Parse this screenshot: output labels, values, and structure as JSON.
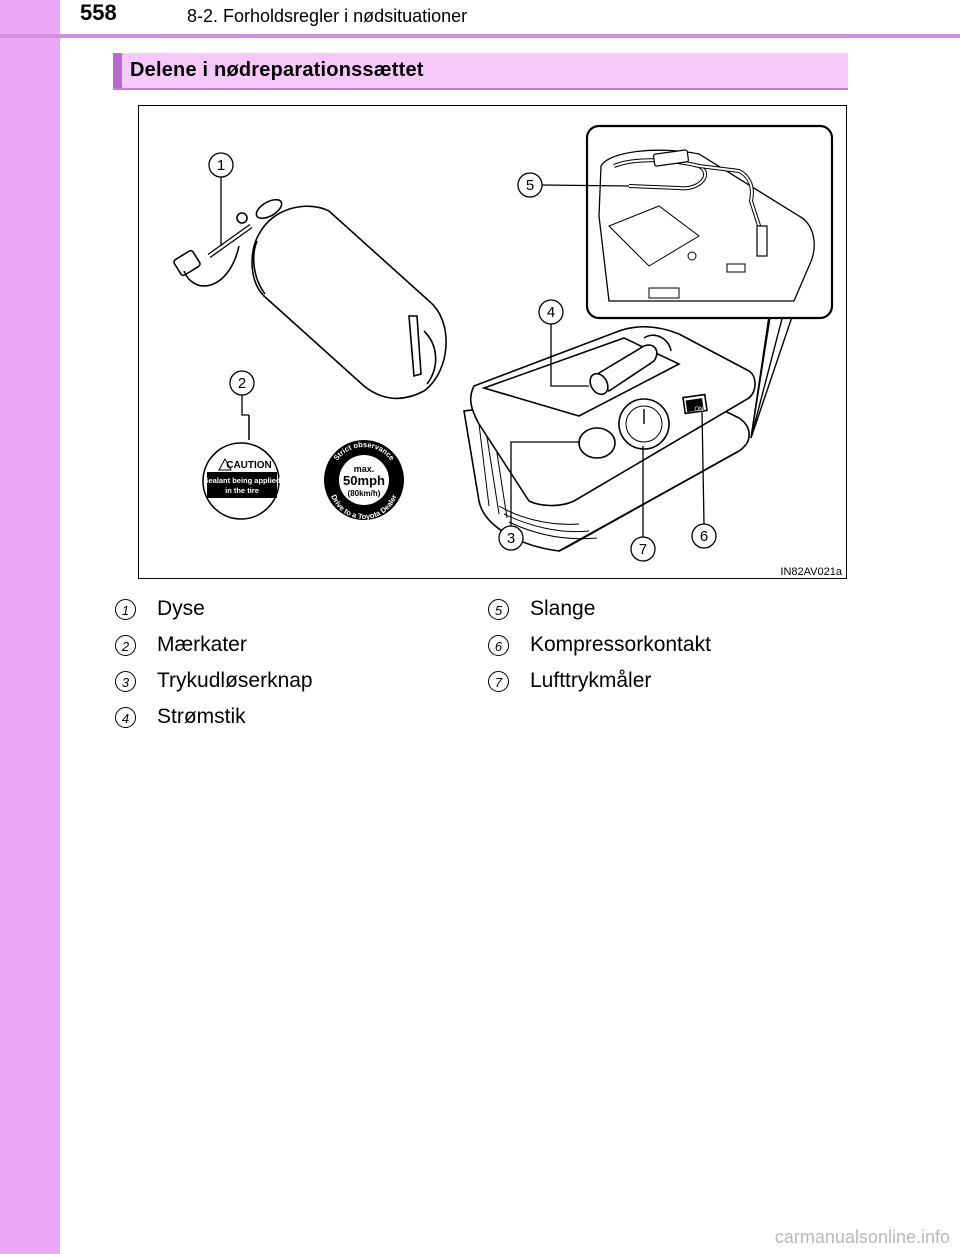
{
  "header": {
    "page_number": "558",
    "chapter": "8-2. Forholdsregler i nødsituationer"
  },
  "section": {
    "title": "Delene i nødreparationssættet"
  },
  "figure": {
    "code": "IN82AV021a",
    "callouts": [
      "1",
      "2",
      "3",
      "4",
      "5",
      "6",
      "7"
    ],
    "caution_label": {
      "heading": "CAUTION",
      "line1": "Sealant being applied",
      "line2": "in the tire"
    },
    "speed_label": {
      "arc_top": "Strict observance",
      "max": "max.",
      "speed": "50mph",
      "speed_kmh": "(80km/h)",
      "arc_bottom": "Drive to a Toyota Dealer"
    },
    "switch_label": "ON"
  },
  "legend": [
    {
      "num": "1",
      "label": "Dyse"
    },
    {
      "num": "2",
      "label": "Mærkater"
    },
    {
      "num": "3",
      "label": "Trykudløserknap"
    },
    {
      "num": "4",
      "label": "Strømstik"
    },
    {
      "num": "5",
      "label": "Slange"
    },
    {
      "num": "6",
      "label": "Kompressorkontakt"
    },
    {
      "num": "7",
      "label": "Lufttrykmåler"
    }
  ],
  "watermark": "carmanualsonline.info"
}
